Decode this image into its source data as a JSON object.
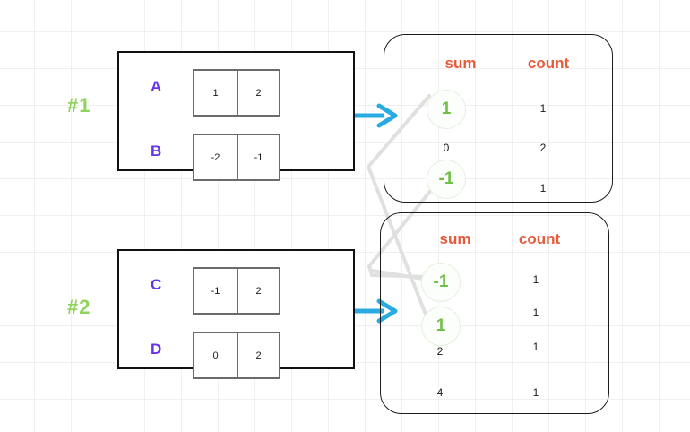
{
  "diagram": {
    "title": "",
    "colors": {
      "label_purple": "#6633ee",
      "step_green": "#8fd35a",
      "header_orange": "#e85a3a",
      "highlight_green": "#6fbf46",
      "arrow_blue": "#29abe2",
      "wire_gray": "#dcdcdc",
      "box_border": "#111111",
      "cell_border": "#6b6b6b"
    },
    "steps": [
      {
        "tag": "#1",
        "rows": [
          {
            "label": "A",
            "cells": [
              "1",
              "2"
            ]
          },
          {
            "label": "B",
            "cells": [
              "-2",
              "-1"
            ]
          }
        ]
      },
      {
        "tag": "#2",
        "rows": [
          {
            "label": "C",
            "cells": [
              "-1",
              "2"
            ]
          },
          {
            "label": "D",
            "cells": [
              "0",
              "2"
            ]
          }
        ]
      }
    ],
    "panels": [
      {
        "headers": {
          "sum": "sum",
          "count": "count"
        },
        "rows": [
          {
            "sum": "1",
            "count": "1",
            "highlight": true
          },
          {
            "sum": "0",
            "count": "2",
            "highlight": false
          },
          {
            "sum": "-1",
            "count": "1",
            "highlight": true
          }
        ]
      },
      {
        "headers": {
          "sum": "sum",
          "count": "count"
        },
        "rows": [
          {
            "sum": "-1",
            "count": "1",
            "highlight": true
          },
          {
            "sum": "1",
            "count": "1",
            "highlight": true
          },
          {
            "sum": "2",
            "count": "1",
            "highlight": false
          },
          {
            "sum": "4",
            "count": "1",
            "highlight": false
          }
        ]
      }
    ],
    "arrows": [
      {
        "name": "arrow-step-1"
      },
      {
        "name": "arrow-step-2"
      }
    ]
  }
}
